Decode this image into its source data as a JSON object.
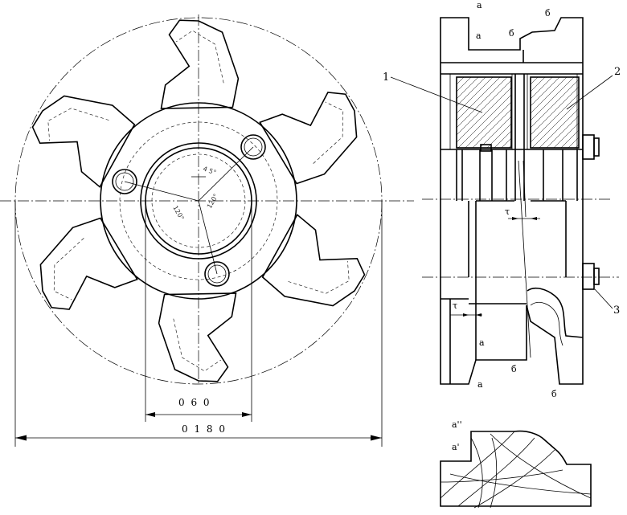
{
  "dimensions": {
    "d_hole": "0 6 0",
    "d_outer": "0 1 8 0",
    "angle_small": "4 5°",
    "angle_120_a": "120°",
    "angle_120_b": "120°"
  },
  "section_labels": {
    "a_top": "а",
    "a_top_inner": "а",
    "b_top": "б",
    "b_top_inner": "б",
    "a_bottom": "а",
    "a_bottom_inner": "а",
    "b_bottom": "б",
    "b_bottom_outer": "б",
    "tau_upper": "τ",
    "tau_lower": "τ"
  },
  "callouts": {
    "part1": "1",
    "part2": "2",
    "part3": "3"
  },
  "profile_labels": {
    "a_prime": "а'",
    "a_double_prime": "а''"
  }
}
